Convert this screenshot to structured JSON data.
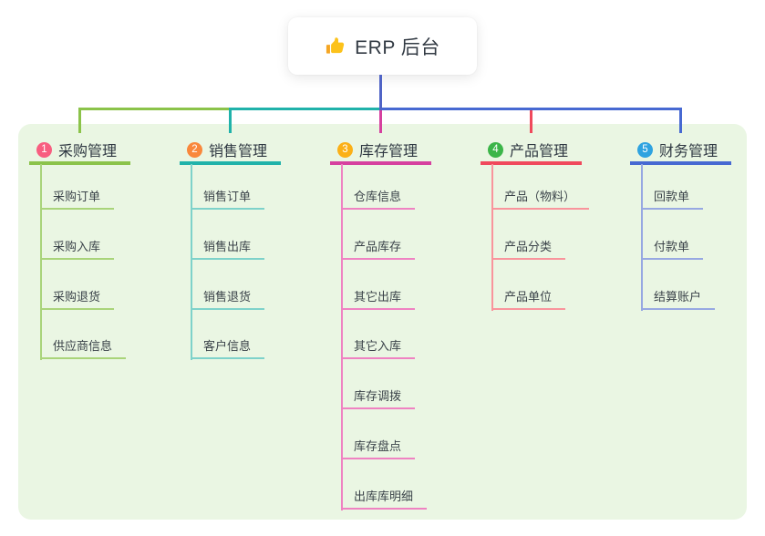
{
  "root": {
    "icon": "thumbs-up-icon",
    "label": "ERP 后台"
  },
  "colors": {
    "canvas_bg": "#ffffff",
    "panel_bg": "#eaf6e3",
    "root_connector": "#5064c6",
    "title_text": "#2f3842",
    "child_text": "#3a4249"
  },
  "branches": [
    {
      "badge": "1",
      "badge_color": "#f85e80",
      "title": "采购管理",
      "line_color": "#8bc34a",
      "light_color": "#a9d47a",
      "children": [
        "采购订单",
        "采购入库",
        "采购退货",
        "供应商信息"
      ]
    },
    {
      "badge": "2",
      "badge_color": "#f9883c",
      "title": "销售管理",
      "line_color": "#20b2aa",
      "light_color": "#7ed2ca",
      "children": [
        "销售订单",
        "销售出库",
        "销售退货",
        "客户信息"
      ]
    },
    {
      "badge": "3",
      "badge_color": "#fbb017",
      "title": "库存管理",
      "line_color": "#d6409f",
      "light_color": "#ef82c2",
      "children": [
        "仓库信息",
        "产品库存",
        "其它出库",
        "其它入库",
        "库存调拨",
        "库存盘点",
        "出库库明细"
      ]
    },
    {
      "badge": "4",
      "badge_color": "#3cb549",
      "title": "产品管理",
      "line_color": "#f0495c",
      "light_color": "#f9949c",
      "children": [
        "产品（物料）",
        "产品分类",
        "产品单位"
      ]
    },
    {
      "badge": "5",
      "badge_color": "#2fa3e0",
      "title": "财务管理",
      "line_color": "#4769d2",
      "light_color": "#97a8e2",
      "children": [
        "回款单",
        "付款单",
        "结算账户"
      ]
    }
  ]
}
